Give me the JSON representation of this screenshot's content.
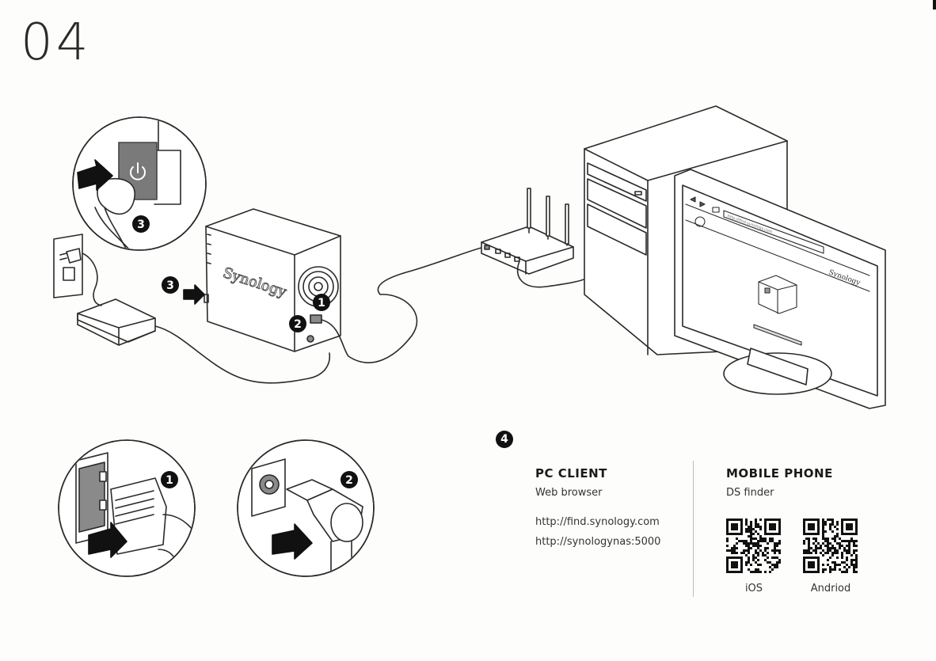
{
  "step_number": "04",
  "badges": {
    "b1": "1",
    "b2": "2",
    "b3": "3",
    "b4": "4"
  },
  "nas_brand": "Synology",
  "browser_url": "http://find.synology.com",
  "pc_client": {
    "title": "PC CLIENT",
    "subtitle": "Web browser",
    "links": [
      "http://find.synology.com",
      "http://synologynas:5000"
    ]
  },
  "mobile_phone": {
    "title": "MOBILE PHONE",
    "subtitle": "DS finder",
    "qr_codes": [
      {
        "label": "iOS"
      },
      {
        "label": "Andriod"
      }
    ]
  },
  "colors": {
    "ink": "#2a2a2a",
    "badge_bg": "#111111",
    "paper": "#fdfdfb",
    "button_gray": "#7a7a7a",
    "port_gray": "#8a8a8a"
  }
}
